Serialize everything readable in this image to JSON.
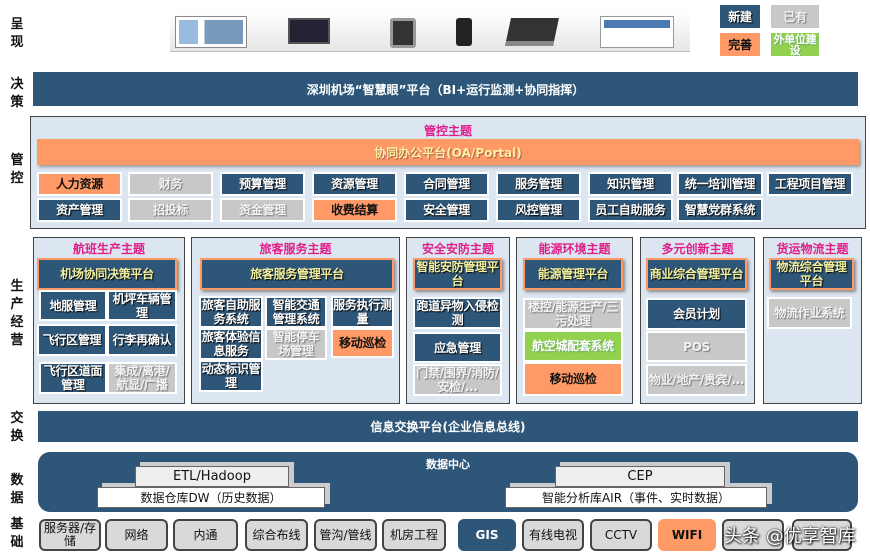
{
  "side_labels": {
    "present": "呈现",
    "decision": "决策",
    "control": "管控",
    "production": "生产经营",
    "exchange": "交换",
    "data": "数据",
    "base": "基础"
  },
  "legend": {
    "new": "新建",
    "existing": "已有",
    "improve": "完善",
    "external": "外单位建设"
  },
  "colors": {
    "new": "#2e5678",
    "existing": "#c8c8c8",
    "improve": "#ff9966",
    "external": "#92d050",
    "theme_title": "#e0208a"
  },
  "devices": [
    "dashboard-screen",
    "desktop-pc",
    "tablet",
    "phone",
    "laptop",
    "web-portal"
  ],
  "decision": {
    "title": "深圳机场“智慧眼”平台（BI+运行监测+协同指挥）"
  },
  "control": {
    "theme": "管控主题",
    "platform": "协同办公平台(OA/Portal)",
    "row1": [
      "人力资源",
      "财务",
      "预算管理",
      "资源管理",
      "合同管理",
      "服务管理",
      "知识管理",
      "统一培训管理",
      "工程项目管理"
    ],
    "row2": [
      "资产管理",
      "招投标",
      "资金管理",
      "收费结算",
      "安全管理",
      "风控管理",
      "员工自助服务",
      "智慧党群系统"
    ]
  },
  "production": {
    "flight": {
      "theme": "航班生产主题",
      "platform": "机场协同决策平台",
      "items": [
        "地服管理",
        "机坪车辆管理",
        "飞行区管理",
        "行李再确认",
        "飞行区道面管理",
        "集成/离港/航显/广播"
      ]
    },
    "passenger": {
      "theme": "旅客服务主题",
      "platform": "旅客服务管理平台",
      "items": [
        "旅客自助服务系统",
        "旅客体验信息服务",
        "动态标识管理",
        "智能交通管理系统",
        "智能停车场管理",
        "服务执行测量",
        "移动巡检"
      ]
    },
    "security": {
      "theme": "安全安防主题",
      "platform": "智能安防管理平台",
      "items": [
        "跑道异物入侵检测",
        "应急管理",
        "门禁/围界/消防/安检/..."
      ]
    },
    "energy": {
      "theme": "能源环境主题",
      "platform": "能源管理平台",
      "items": [
        "楼控/能源生产/三污处理",
        "航空城配套系统",
        "移动巡检"
      ]
    },
    "innovation": {
      "theme": "多元创新主题",
      "platform": "商业综合管理平台",
      "items": [
        "会员计划",
        "POS",
        "物业/地产/贵宾/..."
      ]
    },
    "cargo": {
      "theme": "货运物流主题",
      "platform": "物流综合管理平台",
      "items": [
        "物流作业系统"
      ]
    }
  },
  "exchange": {
    "title": "信息交换平台(企业信息总线)"
  },
  "datacenter": {
    "title": "数据中心",
    "etl": "ETL/Hadoop",
    "dw": "数据仓库DW（历史数据）",
    "cep": "CEP",
    "air": "智能分析库AIR（事件、实时数据）"
  },
  "base": [
    "服务器/存储",
    "网络",
    "内通",
    "综合布线",
    "管沟/管线",
    "机房工程",
    "GIS",
    "有线电视",
    "CCTV",
    "WIFI",
    "",
    ""
  ],
  "watermark": "头条 @优享智库"
}
